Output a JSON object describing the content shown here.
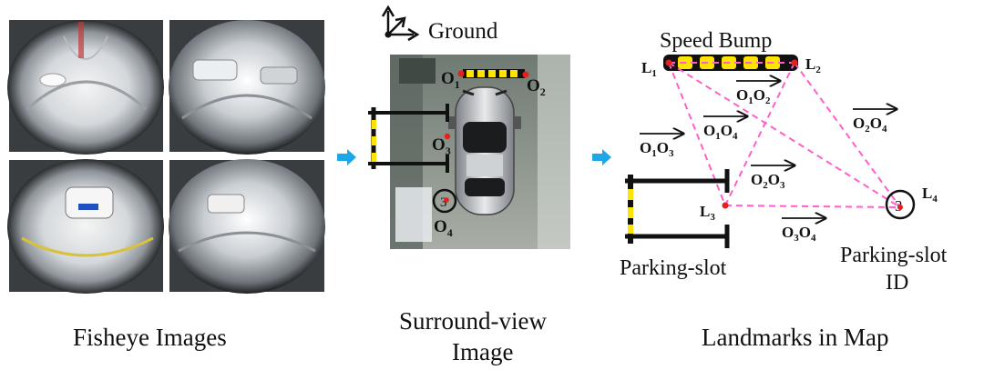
{
  "captions": {
    "fisheye": "Fisheye Images",
    "surround_1": "Surround-view",
    "surround_2": "Image",
    "landmarks": "Landmarks in Map"
  },
  "ground_label": "Ground",
  "surround_labels": {
    "o1": "O",
    "o1_sub": "1",
    "o2": "O",
    "o2_sub": "2",
    "o3": "O",
    "o3_sub": "3",
    "o4": "O",
    "o4_sub": "4"
  },
  "map_labels": {
    "speed_bump": "Speed Bump",
    "parking_slot": "Parking-slot",
    "parking_slot_id_1": "Parking-slot",
    "parking_slot_id_2": "ID",
    "l1": "L",
    "l1_sub": "1",
    "l2": "L",
    "l2_sub": "2",
    "l3": "L",
    "l3_sub": "3",
    "l4": "L",
    "l4_sub": "4"
  },
  "vectors": [
    {
      "a": "O",
      "a_sub": "1",
      "b": "O",
      "b_sub": "2"
    },
    {
      "a": "O",
      "a_sub": "1",
      "b": "O",
      "b_sub": "3"
    },
    {
      "a": "O",
      "a_sub": "1",
      "b": "O",
      "b_sub": "4"
    },
    {
      "a": "O",
      "a_sub": "2",
      "b": "O",
      "b_sub": "3"
    },
    {
      "a": "O",
      "a_sub": "2",
      "b": "O",
      "b_sub": "4"
    },
    {
      "a": "O",
      "a_sub": "3",
      "b": "O",
      "b_sub": "4"
    }
  ],
  "colors": {
    "arrow": "#1ea7e8",
    "dashed": "#ff5fc8",
    "bump_yellow": "#ffe400",
    "landmark_red": "#e8201a"
  },
  "icons": [
    "fisheye-image",
    "surround-view-image",
    "car-icon",
    "right-arrow-icon",
    "axes-icon"
  ]
}
